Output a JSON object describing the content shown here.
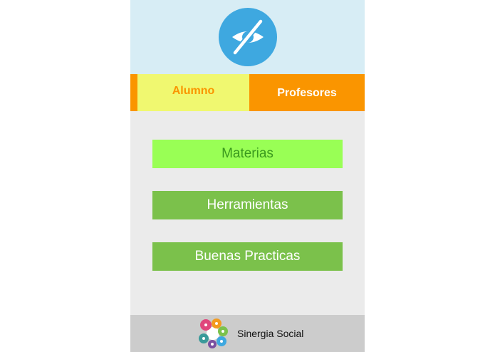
{
  "tabs": {
    "alumno_label": "Alumno",
    "profesores_label": "Profesores",
    "active": "Alumno"
  },
  "menu": {
    "items": [
      {
        "label": "Materias"
      },
      {
        "label": "Herramientas"
      },
      {
        "label": "Buenas Practicas"
      }
    ]
  },
  "footer": {
    "text": "Sinergia Social"
  },
  "icons": {
    "header_logo": "eye-slash-icon",
    "footer_logo": "sinergia-social-logo-icon"
  },
  "colors": {
    "header_bg": "#d7edf5",
    "logo_circle": "#3ea8e0",
    "tab_bar": "#fa9500",
    "tab_active": "#f0f870",
    "materias_bg": "#99ff55",
    "materias_text": "#3a9a1e",
    "button_bg": "#7bc14b",
    "content_bg": "#ebebeb",
    "footer_bg": "#cccccc"
  }
}
